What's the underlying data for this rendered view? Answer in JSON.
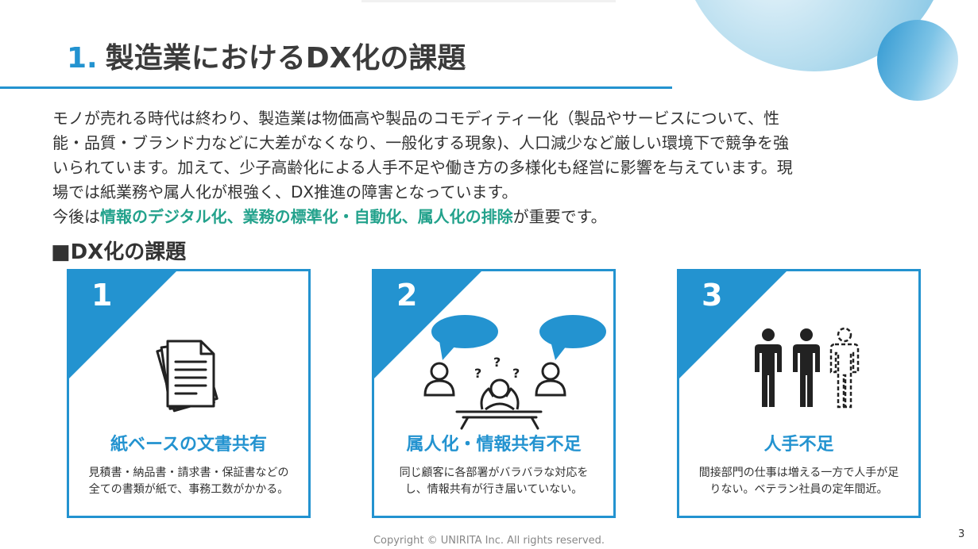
{
  "header": {
    "title_number": "1.",
    "title_text": "製造業におけるDX化の課題"
  },
  "body": {
    "line1": "モノが売れる時代は終わり、製造業は物価高や製品のコモディティー化（製品やサービスについて、性",
    "line2": "能・品質・ブランド力などに大差がなくなり、一般化する現象)、人口減少など厳しい環境下で競争を強",
    "line3": "いられています。加えて、少子高齢化による人手不足や働き方の多様化も経営に影響を与えています。現",
    "line4": "場では紙業務や属人化が根強く、DX推進の障害となっています。",
    "line5_prefix": "今後は",
    "line5_highlight": "情報のデジタル化、業務の標準化・自動化、属人化の排除",
    "line5_suffix": "が重要です。"
  },
  "section": {
    "title": "■DX化の課題"
  },
  "cards": [
    {
      "number": "1",
      "icon": "documents-icon",
      "title": "紙ベースの文書共有",
      "desc_line1": "見積書・納品書・請求書・保証書などの",
      "desc_line2": "全ての書類が紙で、事務工数がかかる。"
    },
    {
      "number": "2",
      "icon": "confused-meeting-icon",
      "title": "属人化・情報共有不足",
      "desc_line1": "同じ顧客に各部署がバラバラな対応を",
      "desc_line2": "し、情報共有が行き届いていない。"
    },
    {
      "number": "3",
      "icon": "missing-person-icon",
      "title": "人手不足",
      "desc_line1": "間接部門の仕事は増える一方で人手が足",
      "desc_line2": "りない。ベテラン社員の定年間近。"
    }
  ],
  "footer": {
    "copyright": "Copyright © UNIRITA Inc. All rights reserved.",
    "page_number": "3"
  },
  "colors": {
    "accent": "#2393d0",
    "highlight": "#23a28c",
    "text": "#333333"
  }
}
